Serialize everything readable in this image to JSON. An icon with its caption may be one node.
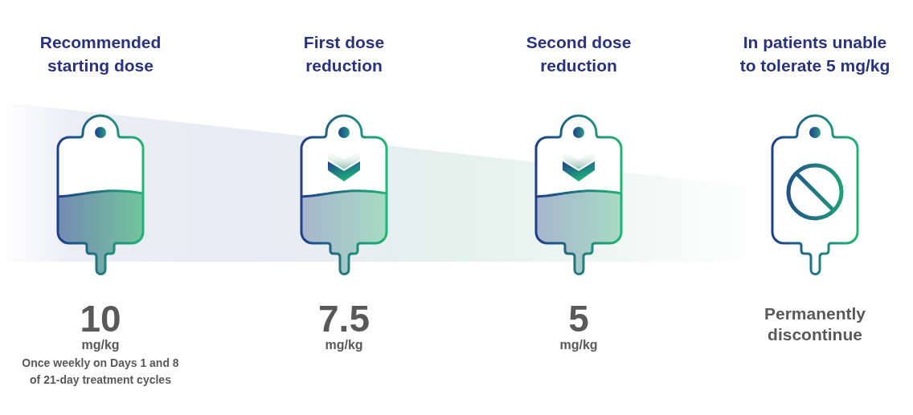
{
  "diagram": {
    "nodes": [
      {
        "text": [
          "Recommended starting dose"
        ]
      },
      {
        "text": [
          "First dose reduction"
        ]
      },
      {
        "text": [
          "Second dose reduction"
        ]
      },
      {
        "text": [
          "In patients unable to tolerate 5 mg/kg"
        ]
      }
    ],
    "labels": [
      "10",
      "mg/kg",
      "Once weekly on Days 1 and 8 of 21-day treatment cycles",
      "7.5",
      "mg/kg",
      "5",
      "mg/kg",
      "Permanently discontinue"
    ]
  }
}
